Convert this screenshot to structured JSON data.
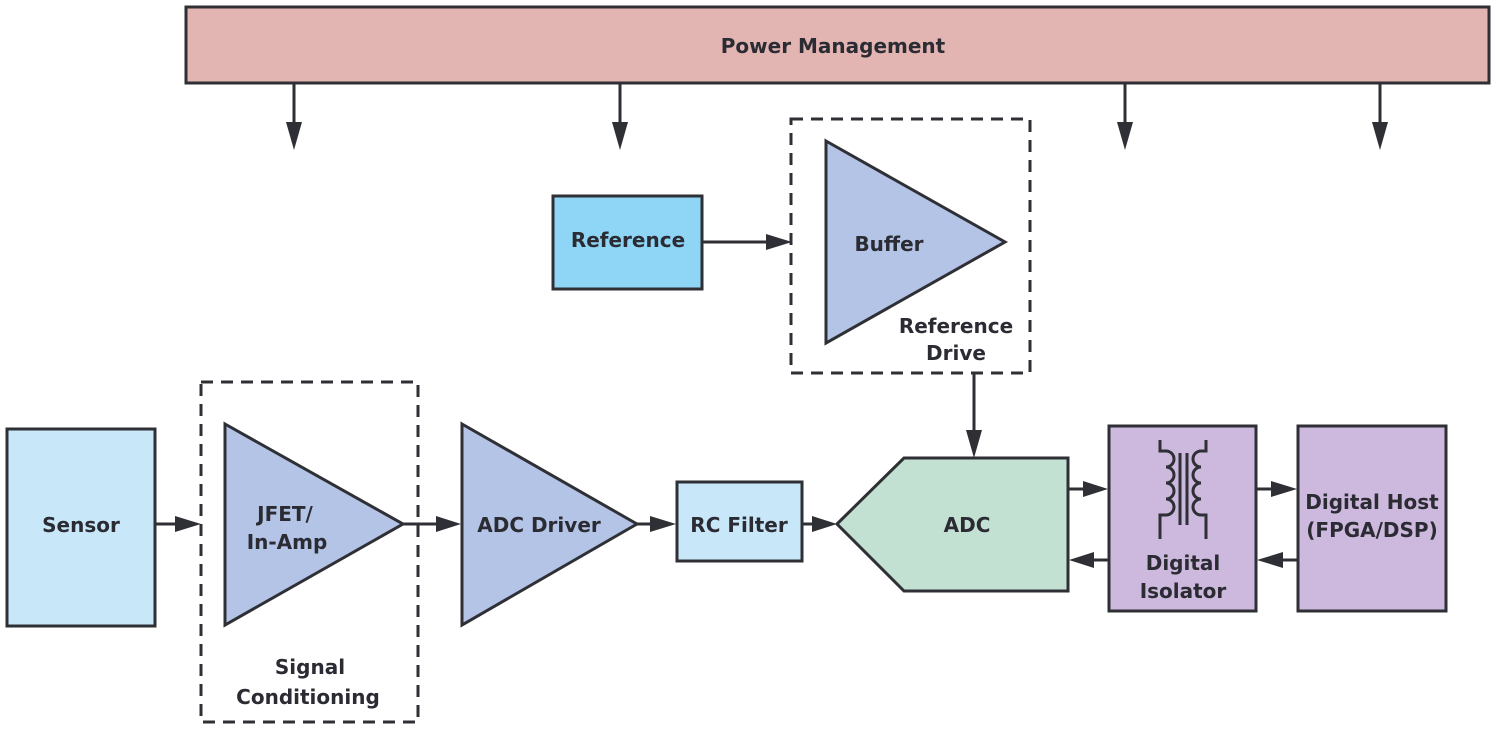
{
  "colors": {
    "power": "#e2b4b2",
    "reference": "#8fd5f5",
    "sensor": "#c8e7f9",
    "amp": "#b4c4e6",
    "adc": "#c3e1d2",
    "digital": "#cdb9dd",
    "stroke": "#2f2f36",
    "text": "#2b2b33"
  },
  "power_management": {
    "label": "Power Management",
    "output_arrow_count": 4
  },
  "reference": {
    "label": "Reference"
  },
  "reference_drive": {
    "buffer_label": "Buffer",
    "group_label_line1": "Reference",
    "group_label_line2": "Drive"
  },
  "sensor": {
    "label": "Sensor"
  },
  "signal_conditioning": {
    "amp_label_line1": "JFET/",
    "amp_label_line2": "In-Amp",
    "group_label_line1": "Signal",
    "group_label_line2": "Conditioning"
  },
  "adc_driver": {
    "label": "ADC Driver"
  },
  "rc_filter": {
    "label": "RC Filter"
  },
  "adc": {
    "label": "ADC"
  },
  "digital_isolator": {
    "label_line1": "Digital",
    "label_line2": "Isolator",
    "icon": "transformer-icon"
  },
  "digital_host": {
    "label_line1": "Digital Host",
    "label_line2": "(FPGA/DSP)"
  }
}
